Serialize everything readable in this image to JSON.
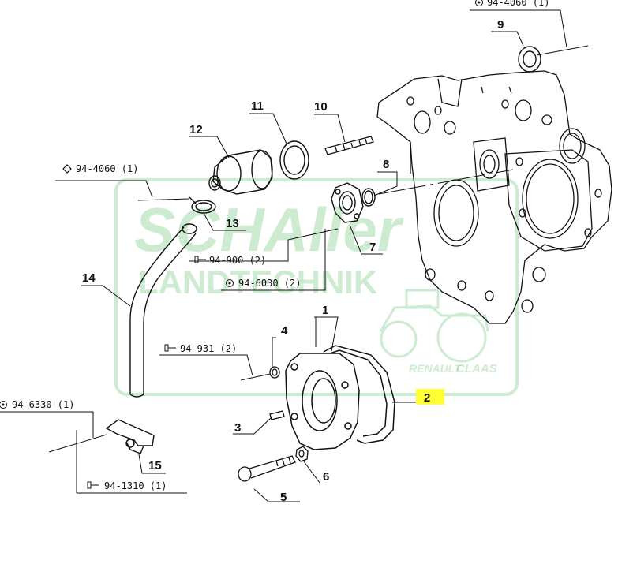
{
  "colors": {
    "line": "#111111",
    "watermark": "#8fd49a",
    "highlight": "#ffff33"
  },
  "watermark": {
    "line1": "SCHAller",
    "line2": "LANDTECHNIK",
    "brand1": "RENAULT",
    "brand2": "CLAAS"
  },
  "labels": {
    "p1": "1",
    "p2": "2",
    "p3": "3",
    "p4": "4",
    "p5": "5",
    "p6": "6",
    "p7": "7",
    "p8": "8",
    "p9": "9",
    "p10": "10",
    "p11": "11",
    "p12": "12",
    "p13": "13",
    "p14": "14",
    "p15": "15"
  },
  "refs": {
    "r_4060_top": "94-4060 (1)",
    "r_4060_left": "94-4060 (1)",
    "r_900": "94-900 (2)",
    "r_6030": "94-6030 (2)",
    "r_931": "94-931 (2)",
    "r_6330": "94-6330 (1)",
    "r_1310": "94-1310 (1)"
  },
  "icons": {
    "circled_target": "circled-dot-icon",
    "diamond": "diamond-icon",
    "bolt": "bolt-icon"
  }
}
